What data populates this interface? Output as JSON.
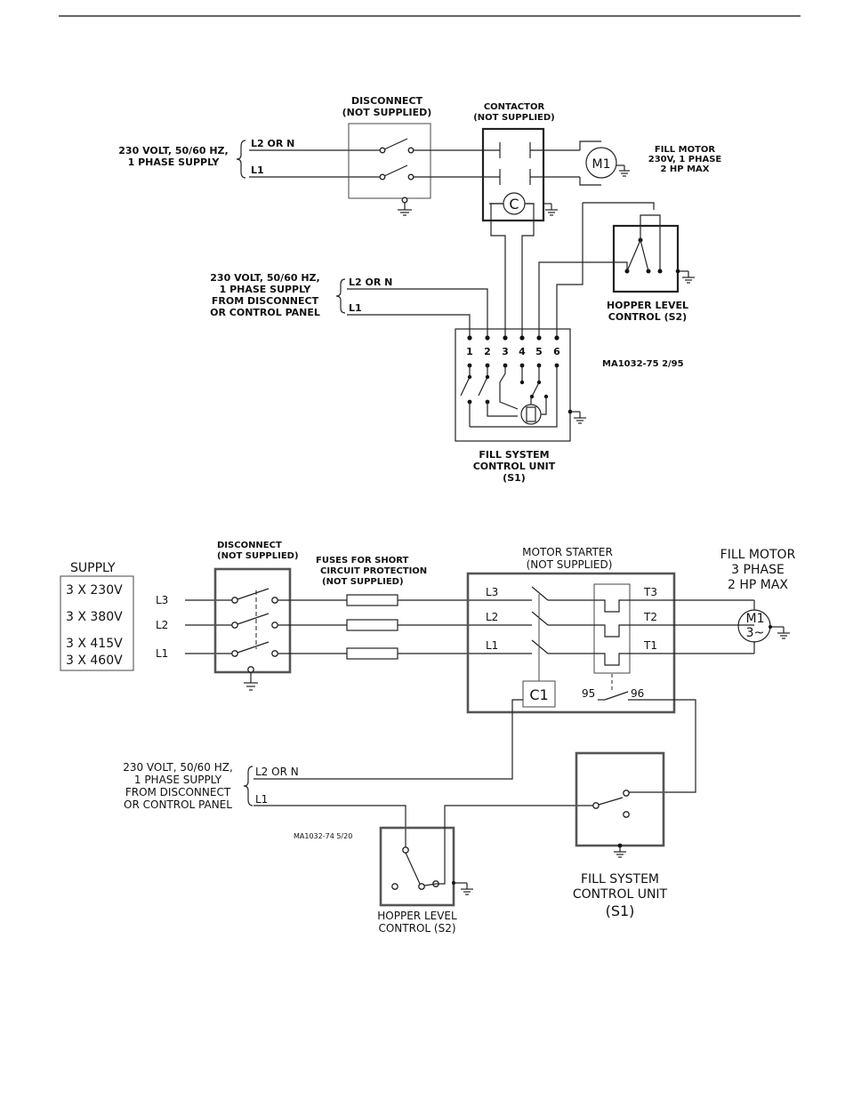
{
  "top": {
    "supply_lines": [
      "230 VOLT, 50/60 HZ,",
      "1 PHASE SUPPLY"
    ],
    "line_l2": "L2 OR N",
    "line_l1": "L1",
    "disconnect": [
      "DISCONNECT",
      "(NOT SUPPLIED)"
    ],
    "contactor": [
      "CONTACTOR",
      "(NOT SUPPLIED)"
    ],
    "contactor_coil": "C",
    "motor_symbol": "M1",
    "fill_motor": [
      "FILL MOTOR",
      "230V, 1 PHASE",
      "2 HP MAX"
    ],
    "control_supply": [
      "230 VOLT, 50/60 HZ,",
      "1 PHASE SUPPLY",
      "FROM DISCONNECT",
      "OR CONTROL PANEL"
    ],
    "control_l2": "L2 OR N",
    "control_l1": "L1",
    "hopper": [
      "HOPPER LEVEL",
      "CONTROL (S2)"
    ],
    "terminals": [
      "1",
      "2",
      "3",
      "4",
      "5",
      "6"
    ],
    "fill_unit": [
      "FILL SYSTEM",
      "CONTROL UNIT",
      "(S1)"
    ],
    "drawing_no": "MA1032-75 2/95"
  },
  "bottom": {
    "supply_title": "SUPPLY",
    "supply_options": [
      "3 X 230V",
      "3 X 380V",
      "3 X 415V",
      "3 X 460V"
    ],
    "lines": [
      "L3",
      "L2",
      "L1"
    ],
    "disconnect": [
      "DISCONNECT",
      "(NOT SUPPLIED)"
    ],
    "fuses": [
      "FUSES FOR SHORT",
      "CIRCUIT PROTECTION",
      "(NOT SUPPLIED)"
    ],
    "starter": [
      "MOTOR STARTER",
      "(NOT SUPPLIED)"
    ],
    "starter_in": [
      "L3",
      "L2",
      "L1"
    ],
    "starter_out": [
      "T3",
      "T2",
      "T1"
    ],
    "coil": "C1",
    "aux_95": "95",
    "aux_96": "96",
    "fill_motor": [
      "FILL MOTOR",
      "3 PHASE",
      "2 HP MAX"
    ],
    "motor_symbol": "M1",
    "motor_phase": "3~",
    "control_supply": [
      "230 VOLT, 50/60 HZ,",
      "1 PHASE SUPPLY",
      "FROM DISCONNECT",
      "OR CONTROL PANEL"
    ],
    "control_l2": "L2 OR N",
    "control_l1": "L1",
    "drawing_no": "MA1032-74 5/20",
    "hopper": [
      "HOPPER LEVEL",
      "CONTROL (S2)"
    ],
    "fill_unit": [
      "FILL SYSTEM",
      "CONTROL UNIT",
      "(S1)"
    ]
  }
}
